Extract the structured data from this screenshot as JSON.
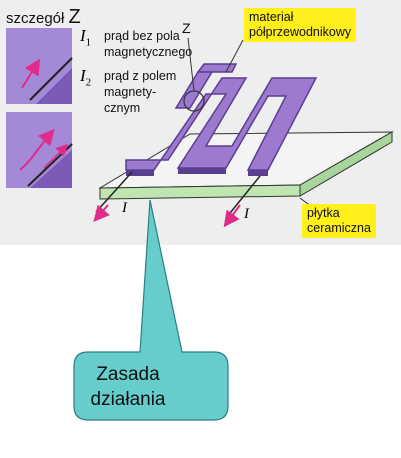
{
  "detail": {
    "title": "szczegół",
    "letter": "Z"
  },
  "legend": {
    "i1_symbol": "I",
    "i1_sub": "1",
    "i1_text_line1": "prąd bez pola",
    "i1_text_line2": "magnetycznego",
    "i2_symbol": "I",
    "i2_sub": "2",
    "i2_text_line1": "prąd z polem",
    "i2_text_line2": "magnety-",
    "i2_text_line3": "cznym"
  },
  "marker_z": "Z",
  "callouts": {
    "material_line1": "materiał",
    "material_line2": "półprzewodnikowy",
    "plate_line1": "płytka",
    "plate_line2": "ceramiczna"
  },
  "current_labels": {
    "left": "I",
    "right": "I"
  },
  "bubble": {
    "line1": "Zasada",
    "line2": "działania"
  },
  "colors": {
    "purple": "#9b7ad0",
    "purple_dark": "#5a3e8f",
    "plate_top": "#f4f4f4",
    "plate_side": "#bfe6b0",
    "bubble_fill": "#66cccc",
    "callout_yellow": "#ffef1a",
    "arrow_pink": "#e02b8a"
  }
}
